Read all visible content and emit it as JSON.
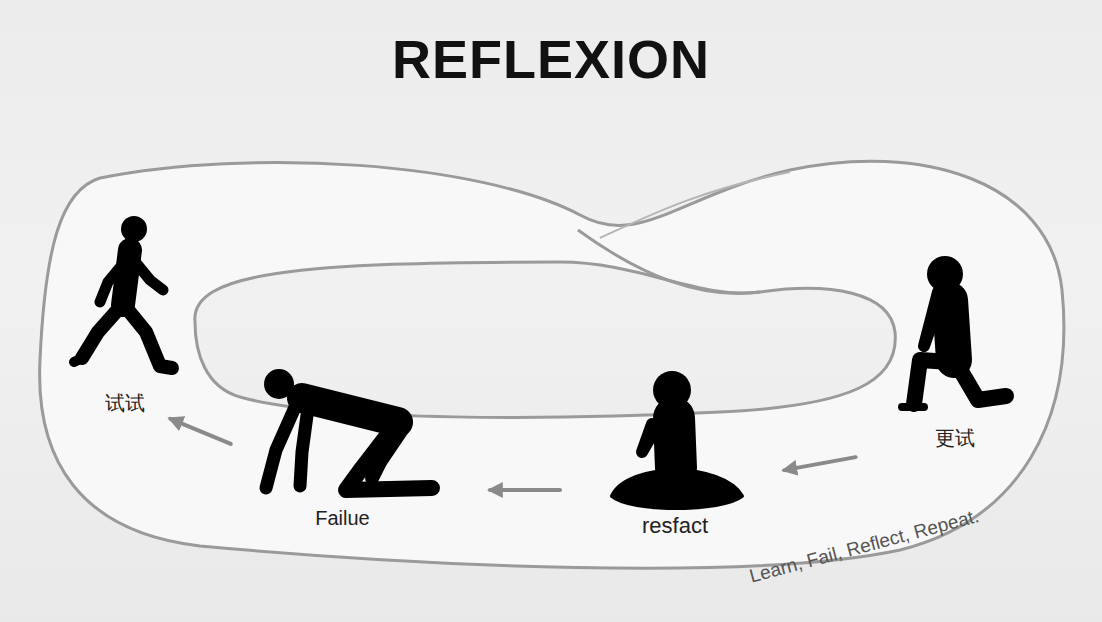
{
  "diagram": {
    "title": "REFLEXION",
    "caption": "Learn, Fail, Reflect, Repeat.",
    "nodes": [
      {
        "text": [
          "试试"
        ]
      },
      {
        "text": [
          "Failue"
        ]
      },
      {
        "text": [
          "resfact"
        ]
      },
      {
        "text": [
          "更试"
        ]
      }
    ],
    "edges": [
      {
        "from": 3,
        "to": 2,
        "arrow": "to"
      },
      {
        "from": 2,
        "to": 1,
        "arrow": "to"
      },
      {
        "from": 1,
        "to": 0,
        "arrow": "to"
      }
    ]
  }
}
